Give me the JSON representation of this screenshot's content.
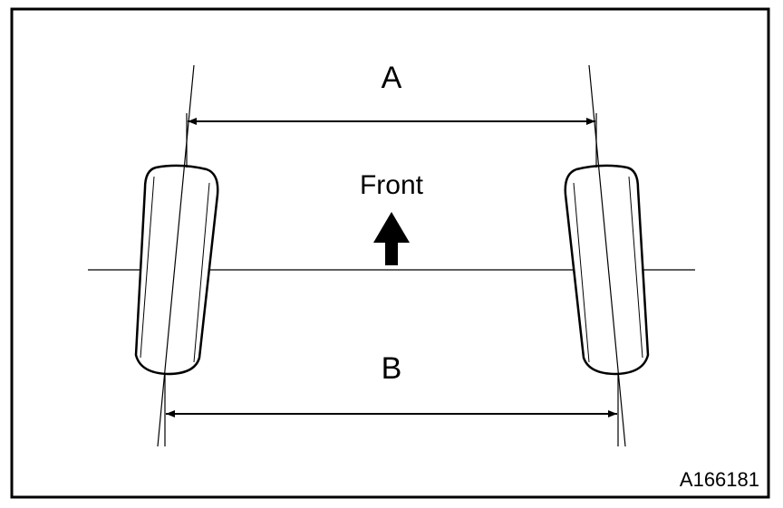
{
  "diagram": {
    "labels": {
      "front_distance": "A",
      "rear_distance": "B",
      "direction": "Front",
      "figure_id": "A166181"
    },
    "colors": {
      "line": "#000000",
      "background": "#ffffff"
    },
    "icons": {
      "direction_arrow": "arrow-up-icon"
    }
  }
}
